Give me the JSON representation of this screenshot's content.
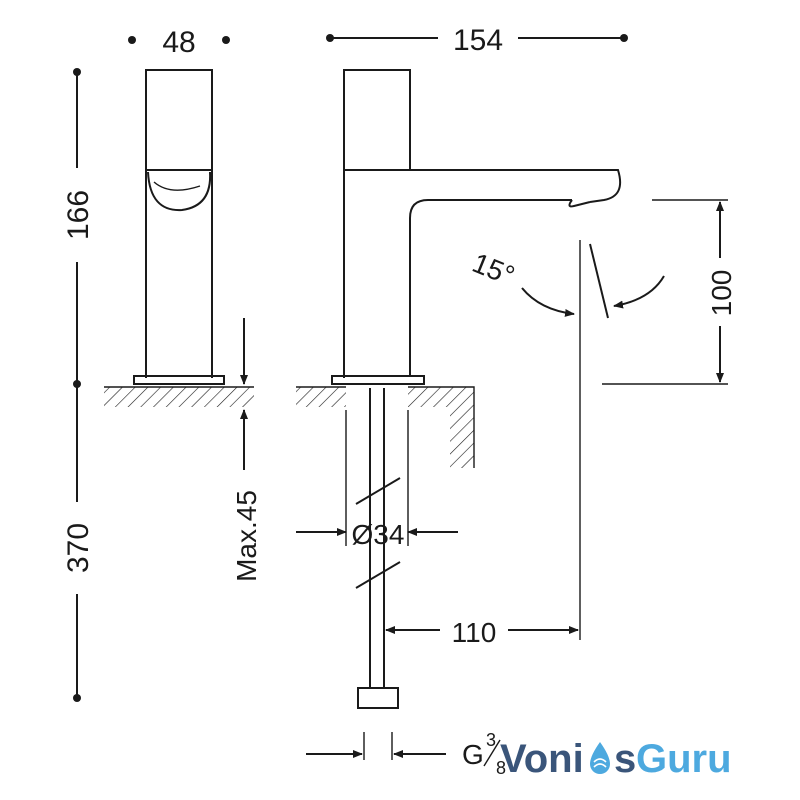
{
  "dimensions": {
    "width_front": "48",
    "width_side": "154",
    "height_body": "166",
    "height_hose": "370",
    "max_thickness": "Max.45",
    "hole_diameter": "Ø34",
    "spout_reach": "110",
    "spout_height": "100",
    "angle": "15°",
    "thread_prefix": "G",
    "thread_num": "3",
    "thread_den": "8"
  },
  "watermark": {
    "text": "VoniosGuru",
    "colors": {
      "dark": "#1f3d68",
      "accent": "#3aa0dc"
    }
  }
}
